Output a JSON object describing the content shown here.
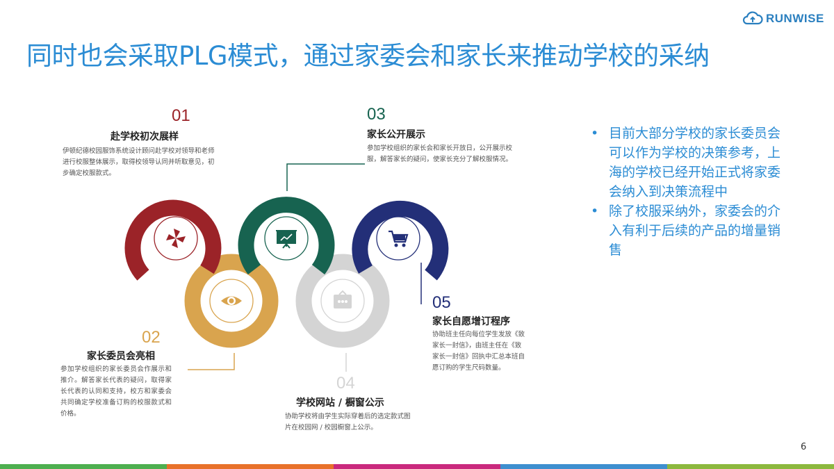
{
  "logo": {
    "text": "RUNWISE",
    "color": "#2A7FBF"
  },
  "title": "同时也会采取PLG模式，通过家委会和家长来推动学校的采纳",
  "steps": [
    {
      "num": "01",
      "title": "赴学校初次展样",
      "desc": "伊顿纪德校园服饰系统设计顾问赴学校对领导和老师进行校服整体展示，取得校领导认同并听取意见，初步确定校服款式。",
      "color": "#9B2328",
      "icon": "pinwheel-icon"
    },
    {
      "num": "02",
      "title": "家长委员会亮相",
      "desc": "参加学校组织的家长委员会作展示和推介。解答家长代表的疑问，取得家长代表的认同和支持，校方和家委会共同确定学校准备订购的校服款式和价格。",
      "color": "#D9A44E",
      "icon": "eye-icon"
    },
    {
      "num": "03",
      "title": "家长公开展示",
      "desc": "参加学校组织的家长会和家长开放日，公开展示校服，解答家长的疑问，使家长充分了解校服情况。",
      "color": "#176350",
      "icon": "presentation-board-icon"
    },
    {
      "num": "04",
      "title": "学校网站 / 橱窗公示",
      "desc": "协助学校将由学生实际穿着后的选定款式图片在校园网 / 校园橱窗上公示。",
      "color": "#D4D4D4",
      "icon": "display-window-icon"
    },
    {
      "num": "05",
      "title": "家长自愿增订程序",
      "desc": "协助班主任向每位学生发放《致家长一封信》，由班主任在《致家长一封信》回执中汇总本班自愿订购的学生尺码数量。",
      "color": "#232F78",
      "icon": "shopping-cart-icon"
    }
  ],
  "bullets": [
    "目前大部分学校的家长委员会可以作为学校的决策参考，上海的学校已经开始正式将家委会纳入到决策流程中",
    "除了校服采纳外，家委会的介入有利于后续的产品的增量销售"
  ],
  "page_number": "6",
  "bottom_bar_colors": [
    "#4DAF4F",
    "#E8712A",
    "#C9297D",
    "#3E8FCF",
    "#8CB83E"
  ]
}
